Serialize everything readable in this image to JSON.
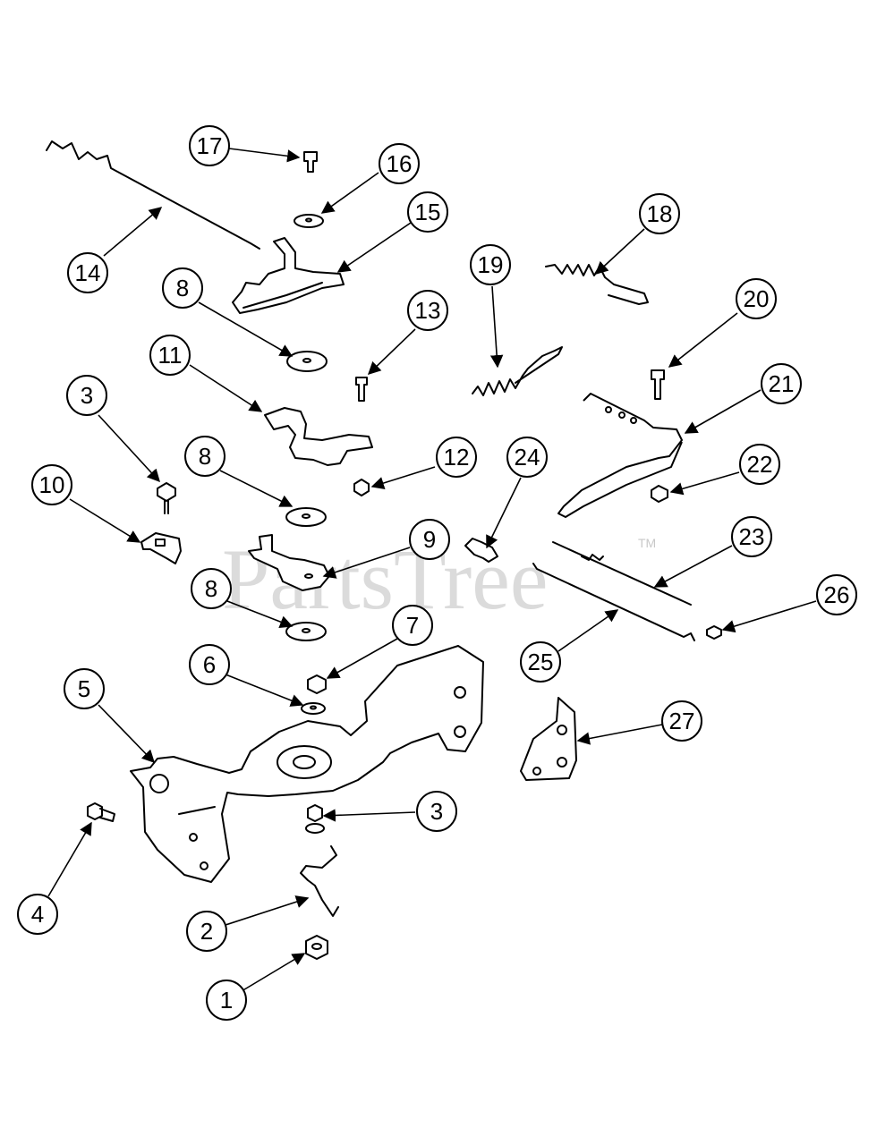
{
  "watermark": {
    "text": "PartsTree",
    "tm": "TM"
  },
  "callouts": [
    {
      "id": "c17",
      "label": "17"
    },
    {
      "id": "c16",
      "label": "16"
    },
    {
      "id": "c15",
      "label": "15"
    },
    {
      "id": "c14",
      "label": "14"
    },
    {
      "id": "c18",
      "label": "18"
    },
    {
      "id": "c19",
      "label": "19"
    },
    {
      "id": "c8a",
      "label": "8"
    },
    {
      "id": "c13",
      "label": "13"
    },
    {
      "id": "c20",
      "label": "20"
    },
    {
      "id": "c11",
      "label": "11"
    },
    {
      "id": "c21",
      "label": "21"
    },
    {
      "id": "c3a",
      "label": "3"
    },
    {
      "id": "c8b",
      "label": "8"
    },
    {
      "id": "c12",
      "label": "12"
    },
    {
      "id": "c24",
      "label": "24"
    },
    {
      "id": "c22",
      "label": "22"
    },
    {
      "id": "c10",
      "label": "10"
    },
    {
      "id": "c9",
      "label": "9"
    },
    {
      "id": "c23",
      "label": "23"
    },
    {
      "id": "c8c",
      "label": "8"
    },
    {
      "id": "c26",
      "label": "26"
    },
    {
      "id": "c7",
      "label": "7"
    },
    {
      "id": "c25",
      "label": "25"
    },
    {
      "id": "c6",
      "label": "6"
    },
    {
      "id": "c5",
      "label": "5"
    },
    {
      "id": "c27",
      "label": "27"
    },
    {
      "id": "c3b",
      "label": "3"
    },
    {
      "id": "c4",
      "label": "4"
    },
    {
      "id": "c2",
      "label": "2"
    },
    {
      "id": "c1",
      "label": "1"
    }
  ]
}
